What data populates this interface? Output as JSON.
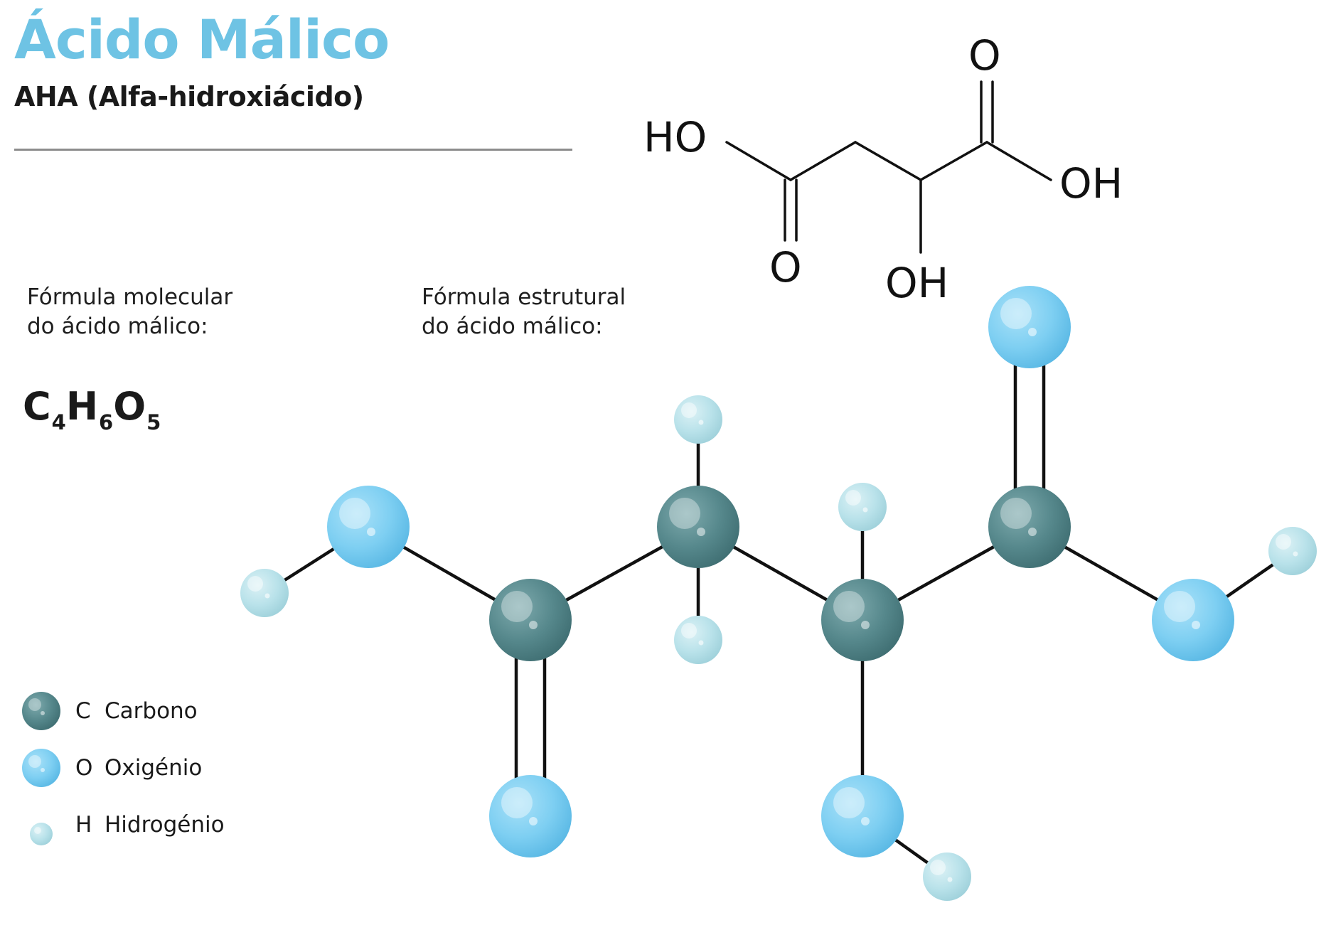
{
  "header": {
    "title": "Ácido Málico",
    "subtitle": "AHA (Alfa-hidroxiácido)"
  },
  "molecular_formula": {
    "caption_lines": [
      "Fórmula molecular",
      "do ácido málico:"
    ],
    "parts": [
      {
        "symbol": "C",
        "count": "4"
      },
      {
        "symbol": "H",
        "count": "6"
      },
      {
        "symbol": "O",
        "count": "5"
      }
    ]
  },
  "structural_formula": {
    "caption_lines": [
      "Fórmula estrutural",
      "do ácido málico:"
    ],
    "labels": {
      "ho_left": "HO",
      "o_top": "O",
      "oh_right": "OH",
      "o_bottom": "O",
      "oh_bottom": "OH"
    }
  },
  "legend": [
    {
      "symbol": "C",
      "name": "Carbono",
      "element": "carbon"
    },
    {
      "symbol": "O",
      "name": "Oxigénio",
      "element": "oxygen"
    },
    {
      "symbol": "H",
      "name": "Hidrogénio",
      "element": "hydrogen"
    }
  ],
  "colors": {
    "title": "#6ec3e4",
    "carbon": "#56888c",
    "oxygen": "#7ecff2",
    "hydrogen": "#b9e2ea",
    "bond": "#111111",
    "divider": "#8c8c8c"
  }
}
